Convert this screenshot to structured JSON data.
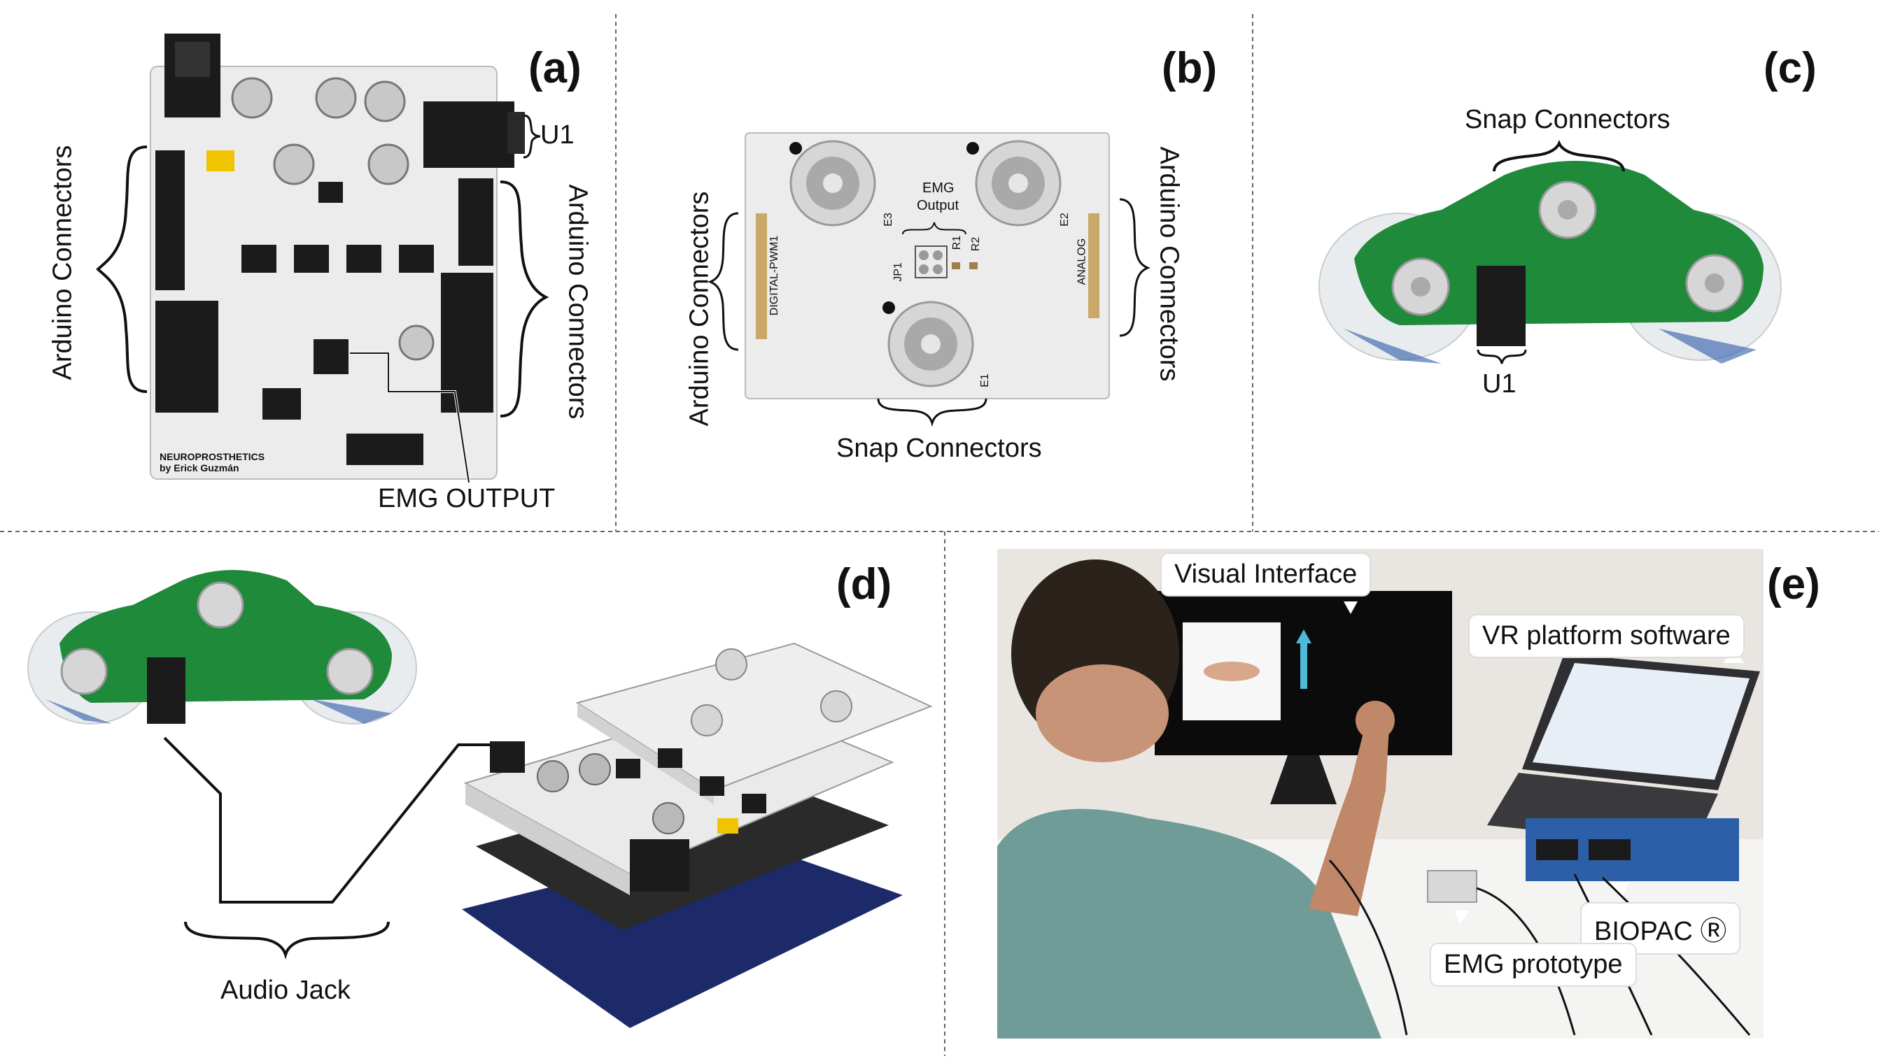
{
  "panels": {
    "a": {
      "label": "(a)",
      "u1": "U1",
      "arduino_left": "Arduino Connectors",
      "arduino_right": "Arduino Connectors",
      "emg_output": "EMG OUTPUT",
      "board_text": "NEUROPROSTHETICS by Erick Guzmán"
    },
    "b": {
      "label": "(b)",
      "arduino_left": "Arduino Connectors",
      "arduino_right": "Arduino Connectors",
      "snap": "Snap Connectors",
      "emg_output_line1": "EMG",
      "emg_output_line2": "Output",
      "silk_digital": "DIGITAL-PWM1",
      "silk_analog": "ANALOG",
      "silk_e1": "E1",
      "silk_e2": "E2",
      "silk_e3": "E3",
      "silk_jp1": "JP1",
      "silk_r1": "R1",
      "silk_r2": "R2"
    },
    "c": {
      "label": "(c)",
      "snap": "Snap Connectors",
      "u1": "U1"
    },
    "d": {
      "label": "(d)",
      "audio_jack": "Audio Jack"
    },
    "e": {
      "label": "(e)",
      "visual_interface": "Visual Interface",
      "vr_software": "VR platform software",
      "biopac": "BIOPAC Ⓡ",
      "emg_prototype": "EMG prototype"
    }
  },
  "colors": {
    "pcb_green": "#1e8a3a",
    "pcb_white": "#f2f2f2",
    "electrode_blue": "#2c5aa6",
    "chip_black": "#1b1b1b",
    "biopac_blue": "#2d5fa8"
  }
}
